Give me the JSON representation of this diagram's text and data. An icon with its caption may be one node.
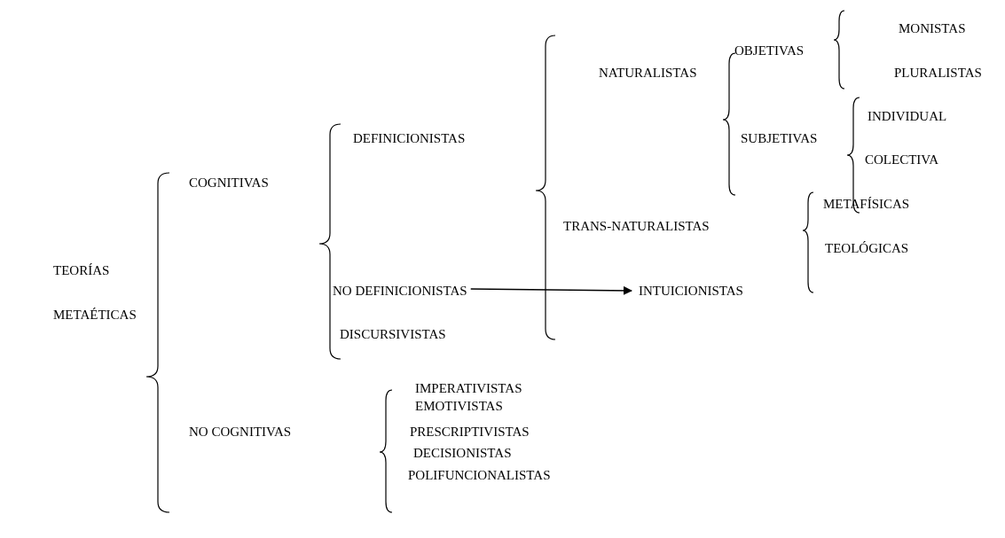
{
  "diagram": {
    "nodes": [
      {
        "text": [
          "NO DEFINICIONISTAS"
        ]
      },
      {
        "text": [
          "INTUICIONISTAS"
        ]
      }
    ],
    "edges": [
      {
        "from": 0,
        "to": 1,
        "arrow": "to"
      }
    ],
    "labels": [
      "MONISTAS",
      "OBJETIVAS",
      "NATURALISTAS",
      "PLURALISTAS",
      "INDIVIDUAL",
      "DEFINICIONISTAS",
      "SUBJETIVAS",
      "COLECTIVA",
      "COGNITIVAS",
      "METAFÍSICAS",
      "TRANS-NATURALISTAS",
      "TEOLÓGICAS",
      "TEORÍAS",
      "METAÉTICAS",
      "DISCURSIVISTAS",
      "IMPERATIVISTAS",
      "EMOTIVISTAS",
      "NO COGNITIVAS",
      "PRESCRIPTIVISTAS",
      "DECISIONISTAS",
      "POLIFUNCIONALISTAS"
    ]
  }
}
